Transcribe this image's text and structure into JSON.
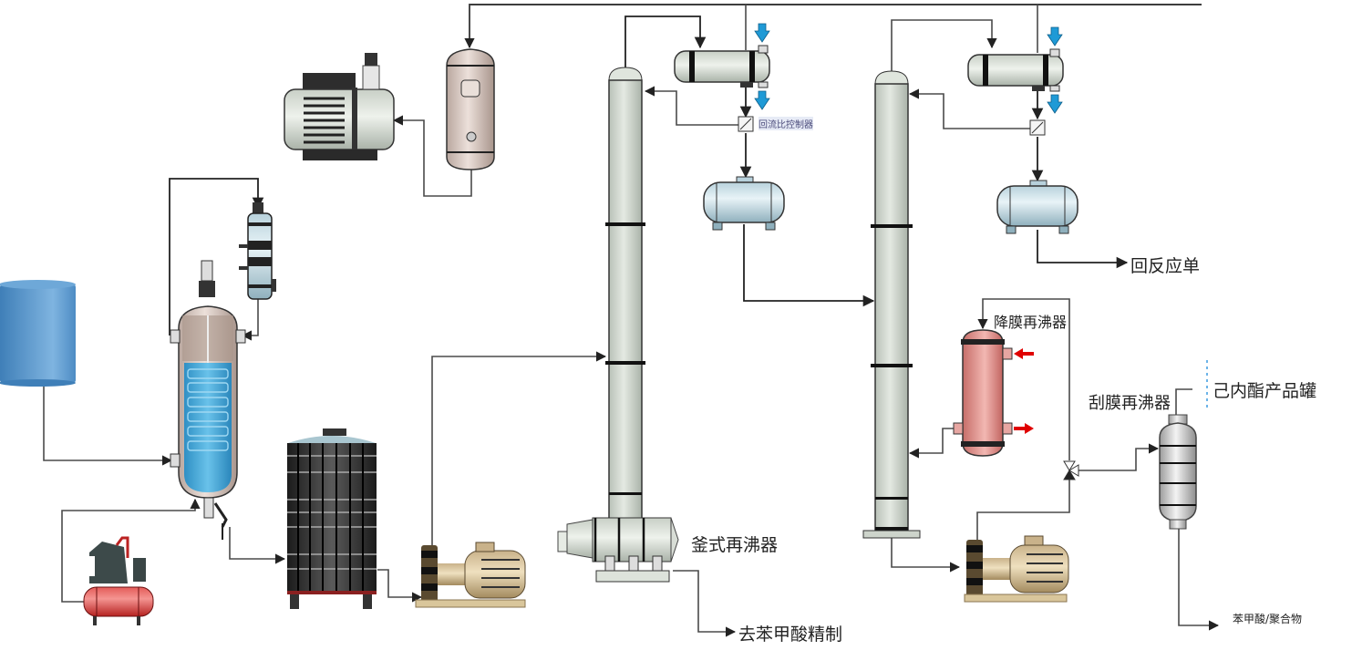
{
  "diagram": {
    "type": "process-flow-diagram",
    "labels": {
      "reflux_ratio_controller": "回流比控制器",
      "return_to_reaction": "回反应单",
      "falling_film_reboiler": "降膜再沸器",
      "wiped_film_reboiler": "刮膜再沸器",
      "caprolactone_product_tank": "己内酯产品罐",
      "kettle_reboiler": "釜式再沸器",
      "to_benzoic_acid_refining": "去苯甲酸精制",
      "benzoic_acid_polymer": "苯甲酸/聚合物"
    },
    "equipment": [
      {
        "id": "feed-tank",
        "name": "Feed storage tank",
        "color": "#5b9bd5"
      },
      {
        "id": "vacuum-pump",
        "name": "Vacuum pump"
      },
      {
        "id": "vacuum-buffer-tank",
        "name": "Vacuum buffer tank"
      },
      {
        "id": "reactor",
        "name": "Jacketed stirred reactor"
      },
      {
        "id": "reactor-condenser",
        "name": "Reflux condenser"
      },
      {
        "id": "air-compressor",
        "name": "Air compressor",
        "color": "#d9302f"
      },
      {
        "id": "intermediate-tank",
        "name": "Intermediate storage tank"
      },
      {
        "id": "feed-pump-1",
        "name": "Centrifugal pump 1"
      },
      {
        "id": "column-1",
        "name": "Distillation column 1"
      },
      {
        "id": "condenser-1",
        "name": "Overhead condenser 1"
      },
      {
        "id": "reflux-drum-1",
        "name": "Reflux drum 1"
      },
      {
        "id": "kettle-reboiler",
        "name": "Kettle reboiler"
      },
      {
        "id": "column-2",
        "name": "Distillation column 2"
      },
      {
        "id": "condenser-2",
        "name": "Overhead condenser 2"
      },
      {
        "id": "reflux-drum-2",
        "name": "Reflux drum 2"
      },
      {
        "id": "falling-film-reboiler",
        "name": "Falling film reboiler",
        "color": "#d98a86"
      },
      {
        "id": "feed-pump-2",
        "name": "Centrifugal pump 2"
      },
      {
        "id": "wiped-film-evaporator",
        "name": "Wiped film evaporator"
      }
    ],
    "colors": {
      "pipe": "#4a4a4a",
      "column_fill": "#d3d9d2",
      "coolant_arrow": "#1f9ad6",
      "steam_arrow": "#e00000",
      "reactor_liquid": "#3ba6d8"
    }
  }
}
